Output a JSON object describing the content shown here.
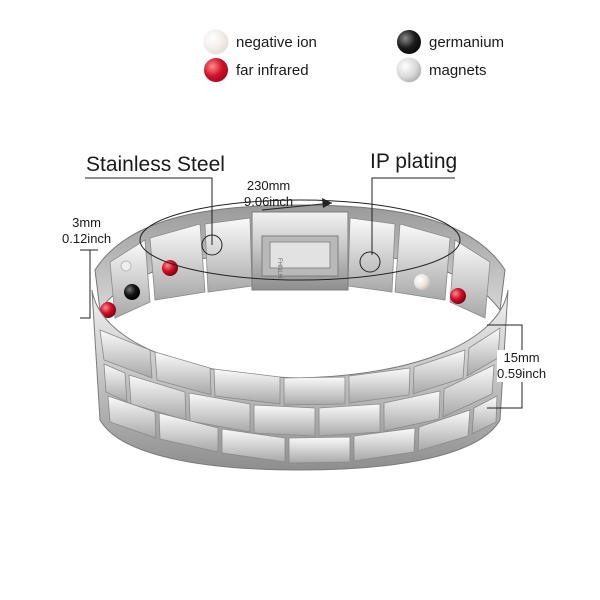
{
  "legend": {
    "negative_ion": "negative ion",
    "far_infrared": "far infrared",
    "germanium": "germanium",
    "magnets": "magnets"
  },
  "callouts": {
    "stainless_steel": "Stainless Steel",
    "ip_plating": "IP plating"
  },
  "dimensions": {
    "length_mm": "230mm",
    "length_inch": "9.06inch",
    "thickness_mm": "3mm",
    "thickness_inch": "0.12inch",
    "width_mm": "15mm",
    "width_inch": "0.59inch"
  },
  "clasp_text": "FHNLH",
  "colors": {
    "steel": "#c9c9c9",
    "steel_dark": "#8f8f8f",
    "far_infrared": "#d0102a",
    "germanium": "#111111"
  }
}
